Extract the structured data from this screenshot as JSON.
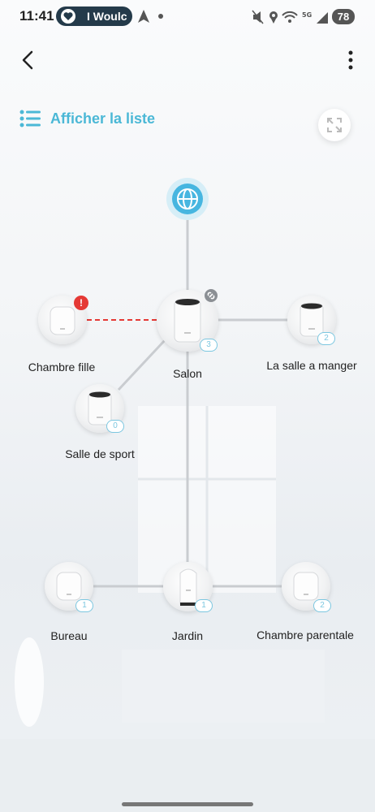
{
  "status_bar": {
    "time": "11:41",
    "notification_text": "I Woulc",
    "battery": "78",
    "network": "5G"
  },
  "toolbar": {
    "list_toggle_label": "Afficher la liste"
  },
  "network_map": {
    "nodes": [
      {
        "id": "salon",
        "label": "Salon",
        "clients": "3"
      },
      {
        "id": "chambre-fille",
        "label": "Chambre fille",
        "clients": "",
        "status": "!"
      },
      {
        "id": "salle-manger",
        "label": "La salle a manger",
        "clients": "2"
      },
      {
        "id": "salle-sport",
        "label": "Salle de sport",
        "clients": "0"
      },
      {
        "id": "bureau",
        "label": "Bureau",
        "clients": "1"
      },
      {
        "id": "jardin",
        "label": "Jardin",
        "clients": "1"
      },
      {
        "id": "chambre-parentale",
        "label": "Chambre parentale",
        "clients": "2"
      }
    ]
  },
  "colors": {
    "accent": "#4bb8d6",
    "link_line": "#c9ccd0",
    "offline_line": "#e53935",
    "alert": "#e53935"
  },
  "icons": {
    "back": "chevron-left-icon",
    "more": "more-vert-icon",
    "list": "list-icon",
    "expand": "expand-icon",
    "internet": "globe-icon",
    "link": "link-icon"
  }
}
